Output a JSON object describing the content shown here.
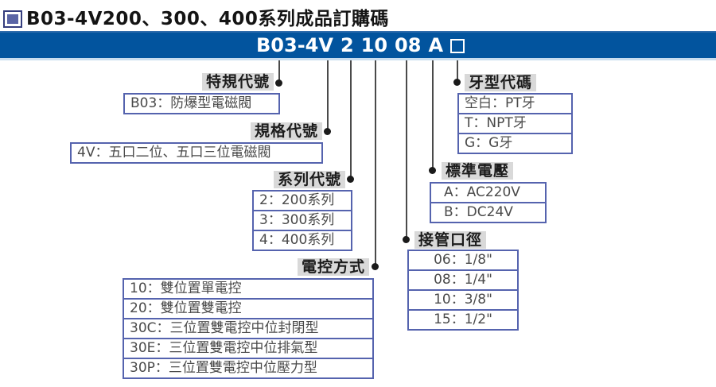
{
  "title": {
    "text": "B03-4V200、300、400系列成品訂購碼"
  },
  "model_bar": {
    "segments": [
      "B03-4V",
      "2",
      "10",
      "08",
      "A"
    ],
    "blank_code": "□",
    "bg_color": "#02549e",
    "text_color": "#ffffff"
  },
  "groups": [
    {
      "label": "特規代號",
      "items": [
        "B03：防爆型電磁閥"
      ]
    },
    {
      "label": "規格代號",
      "items": [
        "4V：五口二位、五口三位電磁閥"
      ]
    },
    {
      "label": "系列代號",
      "items": [
        "2：200系列",
        "3：300系列",
        "4：400系列"
      ]
    },
    {
      "label": "電控方式",
      "items": [
        "10：雙位置單電控",
        "20：雙位置雙電控",
        "30C：三位置雙電控中位封閉型",
        "30E：三位置雙電控中位排氣型",
        "30P：三位置雙電控中位壓力型"
      ]
    },
    {
      "label": "接管口徑",
      "items": [
        "06：1/8\"",
        "08：1/4\"",
        "10：3/8\"",
        "15：1/2\""
      ]
    },
    {
      "label": "標準電壓",
      "items": [
        "A：AC220V",
        "B：DC24V"
      ]
    },
    {
      "label": "牙型代碼",
      "items": [
        "空白：PT牙",
        "T：NPT牙",
        "G：G牙"
      ]
    }
  ],
  "colors": {
    "bar_blue": "#02549e",
    "box_border": "#5563ae",
    "label_bg": "#d9d9d9",
    "connector": "#4a4a4a"
  }
}
